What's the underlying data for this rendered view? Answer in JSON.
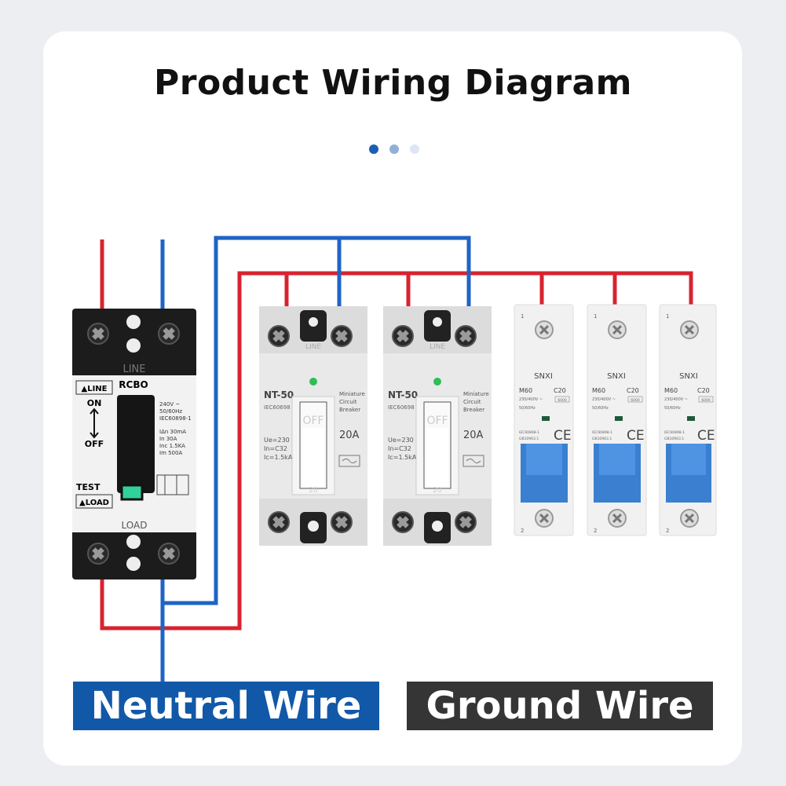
{
  "title": "Product Wiring Diagram",
  "colors": {
    "live": "#d8232f",
    "neutral": "#1f63c6",
    "dot_active": "#1b5fb0",
    "neutral_label": "#1258a8",
    "ground_label": "#353535"
  },
  "pagination": {
    "count": 3,
    "active": 0
  },
  "rcbo": {
    "name": "RCBO",
    "line_top": "LINE",
    "line_badge": "▲LINE",
    "on": "ON",
    "off": "OFF",
    "test": "TEST",
    "load_badge": "▲LOAD",
    "load_bottom": "LOAD",
    "specs": [
      "240V ~",
      "50/60Hz",
      "IEC60898-1"
    ],
    "ratings": [
      "IΔn 30mA",
      "In   30A",
      "Inc  1.5KA",
      "Im   500A"
    ]
  },
  "nt50": {
    "model": "NT-50",
    "standard": "IEC60698",
    "desc": [
      "Miniature",
      "Circuit",
      "Breaker"
    ],
    "rating": "20A",
    "specs": [
      "Ue=230",
      "In=C32",
      "Ic=1.5kA"
    ],
    "handle": "OFF",
    "line": "LINE",
    "handle_num": "20"
  },
  "m60": {
    "brand": "SNXI",
    "model": "M60",
    "curve": "C20",
    "voltage": "230/400V ~",
    "cap": "6000",
    "freq": "50/60Hz",
    "std": [
      "IEC60898-1",
      "GB10963.1"
    ],
    "ce": "CE",
    "top_num": "1",
    "bottom_num": "2"
  },
  "labels": {
    "neutral": "Neutral Wire",
    "ground": "Ground Wire"
  }
}
